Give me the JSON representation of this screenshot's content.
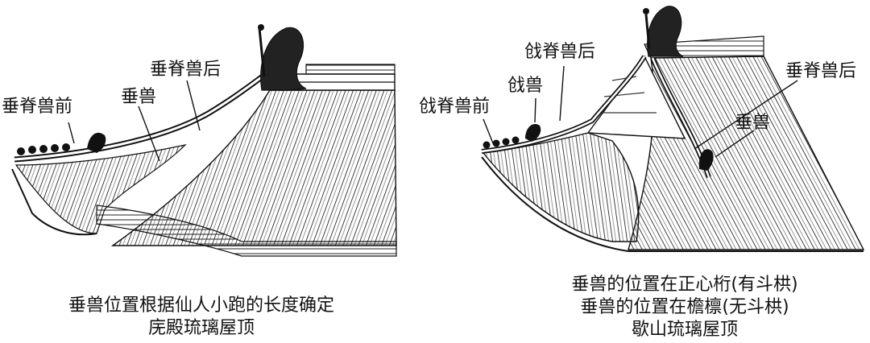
{
  "left_diagram": {
    "labels": {
      "ridge_beast_front": "垂脊兽前",
      "ridge_beast": "垂兽",
      "ridge_beast_back": "垂脊兽后"
    },
    "caption_line1": "垂兽位置根据仙人小跑的长度确定",
    "caption_line2": "庑殿琉璃屋顶"
  },
  "right_diagram": {
    "labels": {
      "qiang_ridge_front": "戗脊兽前",
      "qiang_beast": "戗兽",
      "qiang_ridge_back": "戗脊兽后",
      "ridge_beast_back": "垂脊兽后",
      "ridge_beast": "垂兽"
    },
    "caption_line1": "垂兽的位置在正心桁(有斗栱)",
    "caption_line2": "垂兽的位置在檐檩(无斗栱)",
    "caption_line3": "歇山琉璃屋顶"
  }
}
